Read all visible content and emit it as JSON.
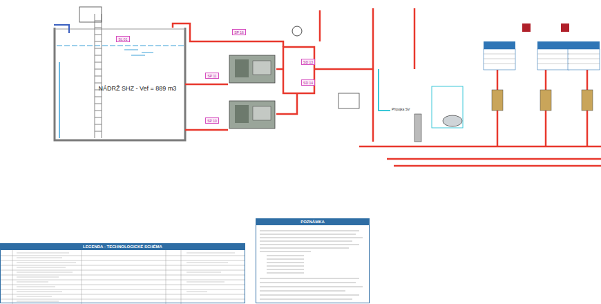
{
  "diagram": {
    "nodes": [
      {
        "text": [
          "NÁDRŽ SHZ - Vef = 889 m3"
        ]
      },
      {
        "text": [
          "SL 01"
        ]
      },
      {
        "text": [
          "SP 16"
        ]
      },
      {
        "text": [
          "SP 11"
        ]
      },
      {
        "text": [
          "SP 10"
        ]
      },
      {
        "text": [
          "SD 13"
        ]
      },
      {
        "text": [
          "SD 14"
        ]
      },
      {
        "text": [
          "POZNÁMKA"
        ]
      },
      {
        "text": [
          "LEGENDA - TECHNOLOGICKÉ SCHÉMA"
        ]
      }
    ],
    "labels": [
      "Přípojka SV"
    ]
  }
}
